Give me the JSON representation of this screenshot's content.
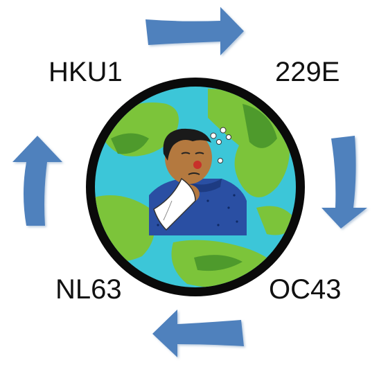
{
  "labels": {
    "top_left": "HKU1",
    "top_right": "229E",
    "bottom_left": "NL63",
    "bottom_right": "OC43"
  },
  "colors": {
    "arrow": "#4f81bd",
    "ring": "#0a0a0a",
    "ocean": "#3cc6d8",
    "land": "#7cc43a",
    "land_dark": "#4e9a2c",
    "sweater": "#2a4fa3",
    "skin": "#b4793f",
    "hair": "#1a1a1a",
    "tissue": "#ffffff"
  },
  "icons": {
    "cycle_arrows": "curved-arrow-icon",
    "center": "sick-person-on-globe-icon"
  }
}
